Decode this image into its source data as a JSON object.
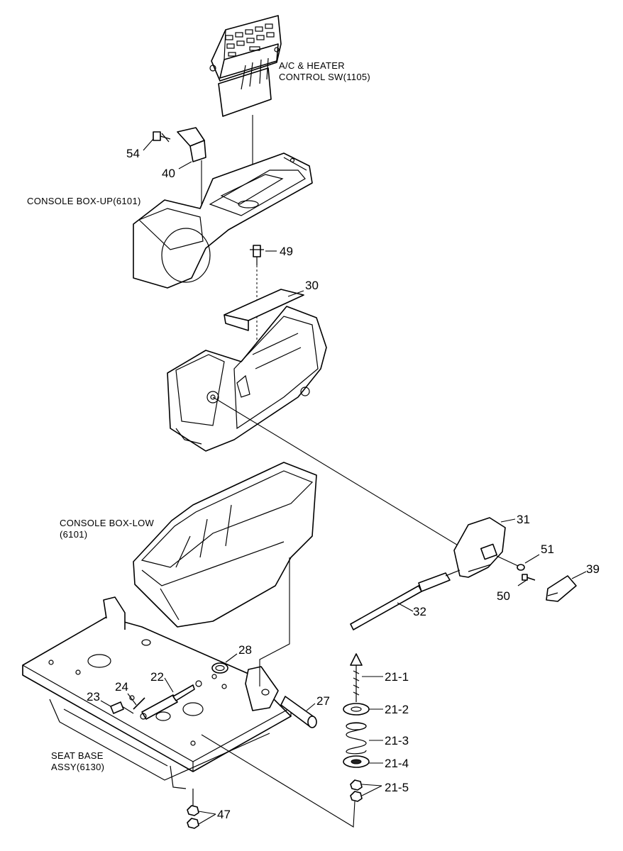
{
  "captions": {
    "ac_line1": "A/C & HEATER",
    "ac_line2": "CONTROL SW(1105)",
    "console_up": "CONSOLE BOX-UP(6101)",
    "console_low_line1": "CONSOLE BOX-LOW",
    "console_low_line2": "(6101)",
    "seat_line1": "SEAT BASE",
    "seat_line2": "ASSY(6130)"
  },
  "callouts": {
    "p54": "54",
    "p40": "40",
    "p49": "49",
    "p30": "30",
    "p31": "31",
    "p51": "51",
    "p50": "50",
    "p39": "39",
    "p32": "32",
    "p28": "28",
    "p22": "22",
    "p24": "24",
    "p23": "23",
    "p27": "27",
    "p21_1": "21-1",
    "p21_2": "21-2",
    "p21_3": "21-3",
    "p21_4": "21-4",
    "p21_5": "21-5",
    "p47": "47"
  }
}
